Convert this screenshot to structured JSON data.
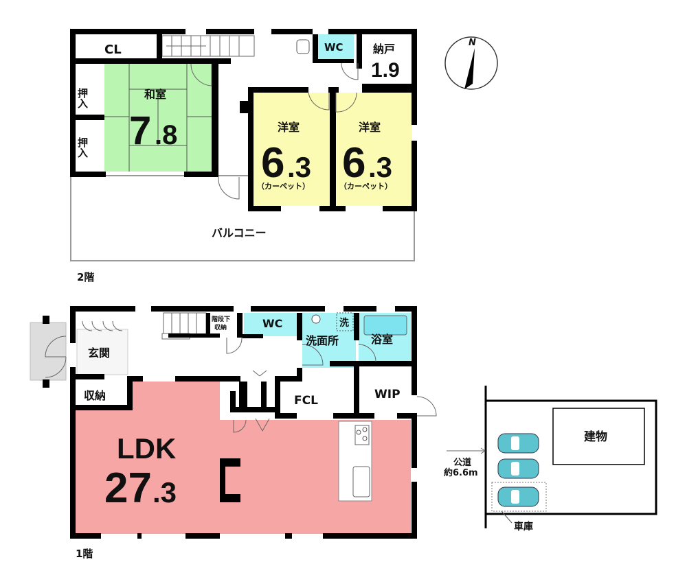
{
  "floor2": {
    "label": "2階",
    "rooms": {
      "cl": "CL",
      "oshiire1": "押入",
      "oshiire2": "押入",
      "washitsu": {
        "name": "和室",
        "size_int": "7",
        "size_dec": ".8"
      },
      "wc": "WC",
      "nando": {
        "name": "納戸",
        "size": "1.9"
      },
      "yoshitsu1": {
        "name": "洋室",
        "size_int": "6",
        "size_dec": ".3",
        "note": "（カーペット）"
      },
      "yoshitsu2": {
        "name": "洋室",
        "size_int": "6",
        "size_dec": ".3",
        "note": "（カーペット）"
      },
      "balcony": "バルコニー"
    }
  },
  "floor1": {
    "label": "1階",
    "rooms": {
      "genkan": "玄関",
      "shuno": "収納",
      "kaidanshita": [
        "階段下",
        "収納"
      ],
      "wc": "WC",
      "sen": "洗",
      "senmenjo": "洗面所",
      "yokushitsu": "浴室",
      "fcl": "FCL",
      "wip": "WIP",
      "ldk": {
        "name": "LDK",
        "size_int": "27",
        "size_dec": ".3"
      }
    }
  },
  "site": {
    "building": "建物",
    "road": [
      "公道",
      "約6.6m"
    ],
    "garage": "車庫",
    "car_count": 3
  },
  "compass": {
    "label": "N"
  },
  "colors": {
    "washitsu": "#baf5b1",
    "yoshitsu": "#fcfbb3",
    "water": "#a8f3f6",
    "ldk": "#f7a6a6",
    "car": "#5cc3cf"
  }
}
